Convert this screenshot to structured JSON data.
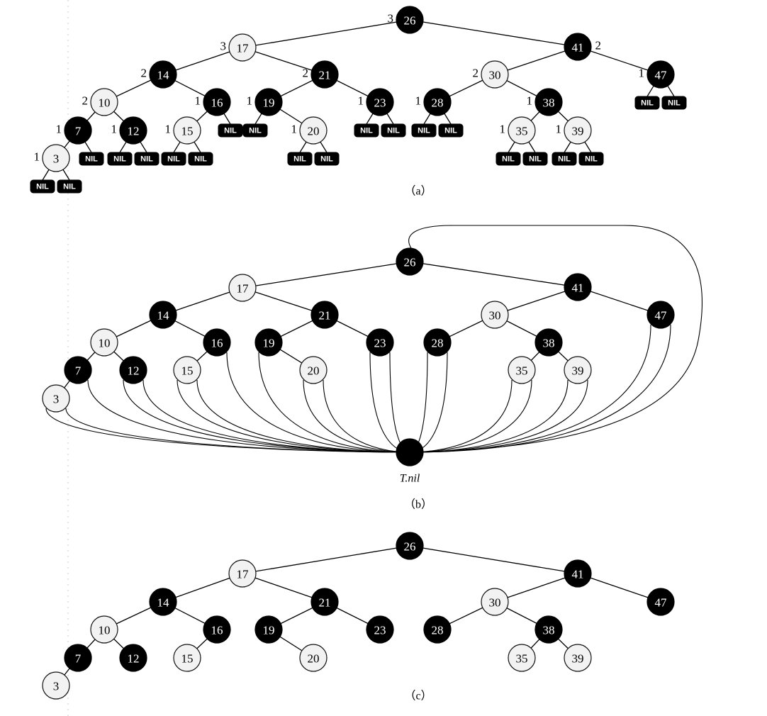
{
  "nil_label": "NIL",
  "sentinel_label": "T.nil",
  "colors": {
    "black_node": "#000000",
    "red_node_fill": "#f2f2f2"
  },
  "nodes": [
    {
      "key": "26",
      "color": "black",
      "bh": "3",
      "left": "17",
      "right": "41"
    },
    {
      "key": "17",
      "color": "red",
      "bh": "3",
      "left": "14",
      "right": "21"
    },
    {
      "key": "41",
      "color": "black",
      "bh": "2",
      "left": "30",
      "right": "47"
    },
    {
      "key": "14",
      "color": "black",
      "bh": "2",
      "left": "10",
      "right": "16"
    },
    {
      "key": "21",
      "color": "black",
      "bh": "2",
      "left": "19",
      "right": "23"
    },
    {
      "key": "30",
      "color": "red",
      "bh": "2",
      "left": "28",
      "right": "38"
    },
    {
      "key": "47",
      "color": "black",
      "bh": "1",
      "left": null,
      "right": null
    },
    {
      "key": "10",
      "color": "red",
      "bh": "2",
      "left": "7",
      "right": "12"
    },
    {
      "key": "16",
      "color": "black",
      "bh": "1",
      "left": "15",
      "right": null
    },
    {
      "key": "19",
      "color": "black",
      "bh": "1",
      "left": null,
      "right": "20"
    },
    {
      "key": "23",
      "color": "black",
      "bh": "1",
      "left": null,
      "right": null
    },
    {
      "key": "28",
      "color": "black",
      "bh": "1",
      "left": null,
      "right": null
    },
    {
      "key": "38",
      "color": "black",
      "bh": "1",
      "left": "35",
      "right": "39"
    },
    {
      "key": "7",
      "color": "black",
      "bh": "1",
      "left": "3",
      "right": null
    },
    {
      "key": "12",
      "color": "black",
      "bh": "1",
      "left": null,
      "right": null
    },
    {
      "key": "15",
      "color": "red",
      "bh": "1",
      "left": null,
      "right": null
    },
    {
      "key": "20",
      "color": "red",
      "bh": "1",
      "left": null,
      "right": null
    },
    {
      "key": "35",
      "color": "red",
      "bh": "1",
      "left": null,
      "right": null
    },
    {
      "key": "39",
      "color": "red",
      "bh": "1",
      "left": null,
      "right": null
    },
    {
      "key": "3",
      "color": "red",
      "bh": "1",
      "left": null,
      "right": null
    }
  ],
  "panels": [
    {
      "id": "a",
      "caption": "（a）",
      "show_bh": true,
      "show_nil": true,
      "sentinel": false
    },
    {
      "id": "b",
      "caption": "（b）",
      "show_bh": false,
      "show_nil": false,
      "sentinel": true
    },
    {
      "id": "c",
      "caption": "（c）",
      "show_bh": false,
      "show_nil": false,
      "sentinel": false
    }
  ]
}
